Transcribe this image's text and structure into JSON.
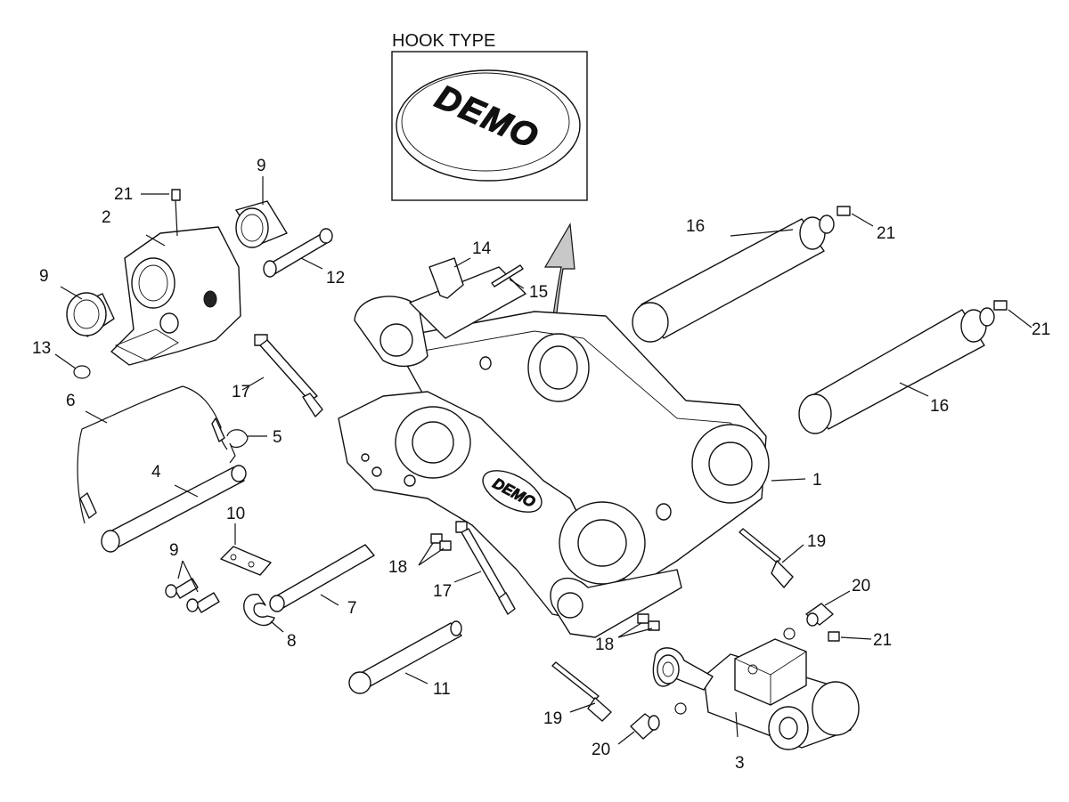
{
  "inset": {
    "title": "HOOK TYPE",
    "logo_text": "DEMO"
  },
  "frame_logo_text": "DEMO",
  "callouts": [
    {
      "id": "c-1",
      "text": "1"
    },
    {
      "id": "c-2",
      "text": "2"
    },
    {
      "id": "c-3",
      "text": "3"
    },
    {
      "id": "c-4",
      "text": "4"
    },
    {
      "id": "c-5",
      "text": "5"
    },
    {
      "id": "c-6",
      "text": "6"
    },
    {
      "id": "c-7",
      "text": "7"
    },
    {
      "id": "c-8",
      "text": "8"
    },
    {
      "id": "c-9a",
      "text": "9"
    },
    {
      "id": "c-9b",
      "text": "9"
    },
    {
      "id": "c-9c",
      "text": "9"
    },
    {
      "id": "c-10",
      "text": "10"
    },
    {
      "id": "c-11",
      "text": "11"
    },
    {
      "id": "c-12",
      "text": "12"
    },
    {
      "id": "c-13",
      "text": "13"
    },
    {
      "id": "c-14",
      "text": "14"
    },
    {
      "id": "c-15",
      "text": "15"
    },
    {
      "id": "c-16a",
      "text": "16"
    },
    {
      "id": "c-16b",
      "text": "16"
    },
    {
      "id": "c-17a",
      "text": "17"
    },
    {
      "id": "c-17b",
      "text": "17"
    },
    {
      "id": "c-18a",
      "text": "18"
    },
    {
      "id": "c-18b",
      "text": "18"
    },
    {
      "id": "c-19a",
      "text": "19"
    },
    {
      "id": "c-19b",
      "text": "19"
    },
    {
      "id": "c-20a",
      "text": "20"
    },
    {
      "id": "c-20b",
      "text": "20"
    },
    {
      "id": "c-21a",
      "text": "21"
    },
    {
      "id": "c-21b",
      "text": "21"
    },
    {
      "id": "c-21c",
      "text": "21"
    },
    {
      "id": "c-21d",
      "text": "21"
    }
  ]
}
